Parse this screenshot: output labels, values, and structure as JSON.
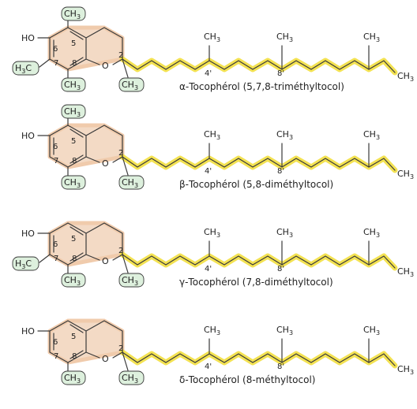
{
  "rows": [
    {
      "caption": "α-Tocophérol (5,7,8-triméthyltocol)",
      "oh": "HO",
      "ring_o": "O",
      "c2": "2",
      "c4p": "4'",
      "c8p": "8'",
      "pos5": "5",
      "pos6": "6",
      "pos7": "7",
      "pos8": "8",
      "top": "CH3",
      "left": "H3C",
      "bottom": "CH3",
      "c2methyl": "CH3",
      "m4": "CH3",
      "m8": "CH3",
      "m12": "CH3",
      "end": "CH3",
      "has_top": true,
      "has_left": true
    },
    {
      "caption": "β-Tocophérol (5,8-diméthyltocol)",
      "oh": "HO",
      "ring_o": "O",
      "c2": "2",
      "c4p": "4'",
      "c8p": "8'",
      "pos5": "5",
      "pos6": "6",
      "pos7": "7",
      "pos8": "8",
      "top": "CH3",
      "left": "",
      "bottom": "CH3",
      "c2methyl": "CH3",
      "m4": "CH3",
      "m8": "CH3",
      "m12": "CH3",
      "end": "CH3",
      "has_top": true,
      "has_left": false
    },
    {
      "caption": "γ-Tocophérol (7,8-diméthyltocol)",
      "oh": "HO",
      "ring_o": "O",
      "c2": "2",
      "c4p": "4'",
      "c8p": "8'",
      "pos5": "5",
      "pos6": "6",
      "pos7": "7",
      "pos8": "8",
      "top": "",
      "left": "H3C",
      "bottom": "CH3",
      "c2methyl": "CH3",
      "m4": "CH3",
      "m8": "CH3",
      "m12": "CH3",
      "end": "CH3",
      "has_top": false,
      "has_left": true
    },
    {
      "caption": "δ-Tocophérol (8-méthyltocol)",
      "oh": "HO",
      "ring_o": "O",
      "c2": "2",
      "c4p": "4'",
      "c8p": "8'",
      "pos5": "5",
      "pos6": "6",
      "pos7": "7",
      "pos8": "8",
      "top": "",
      "left": "",
      "bottom": "CH3",
      "c2methyl": "CH3",
      "m4": "CH3",
      "m8": "CH3",
      "m12": "CH3",
      "end": "CH3",
      "has_top": false,
      "has_left": false
    }
  ],
  "colors": {
    "ring_highlight": "#f3d9c2",
    "tail_highlight": "#f2df3f",
    "methyl_box": "#ddf0dd"
  }
}
